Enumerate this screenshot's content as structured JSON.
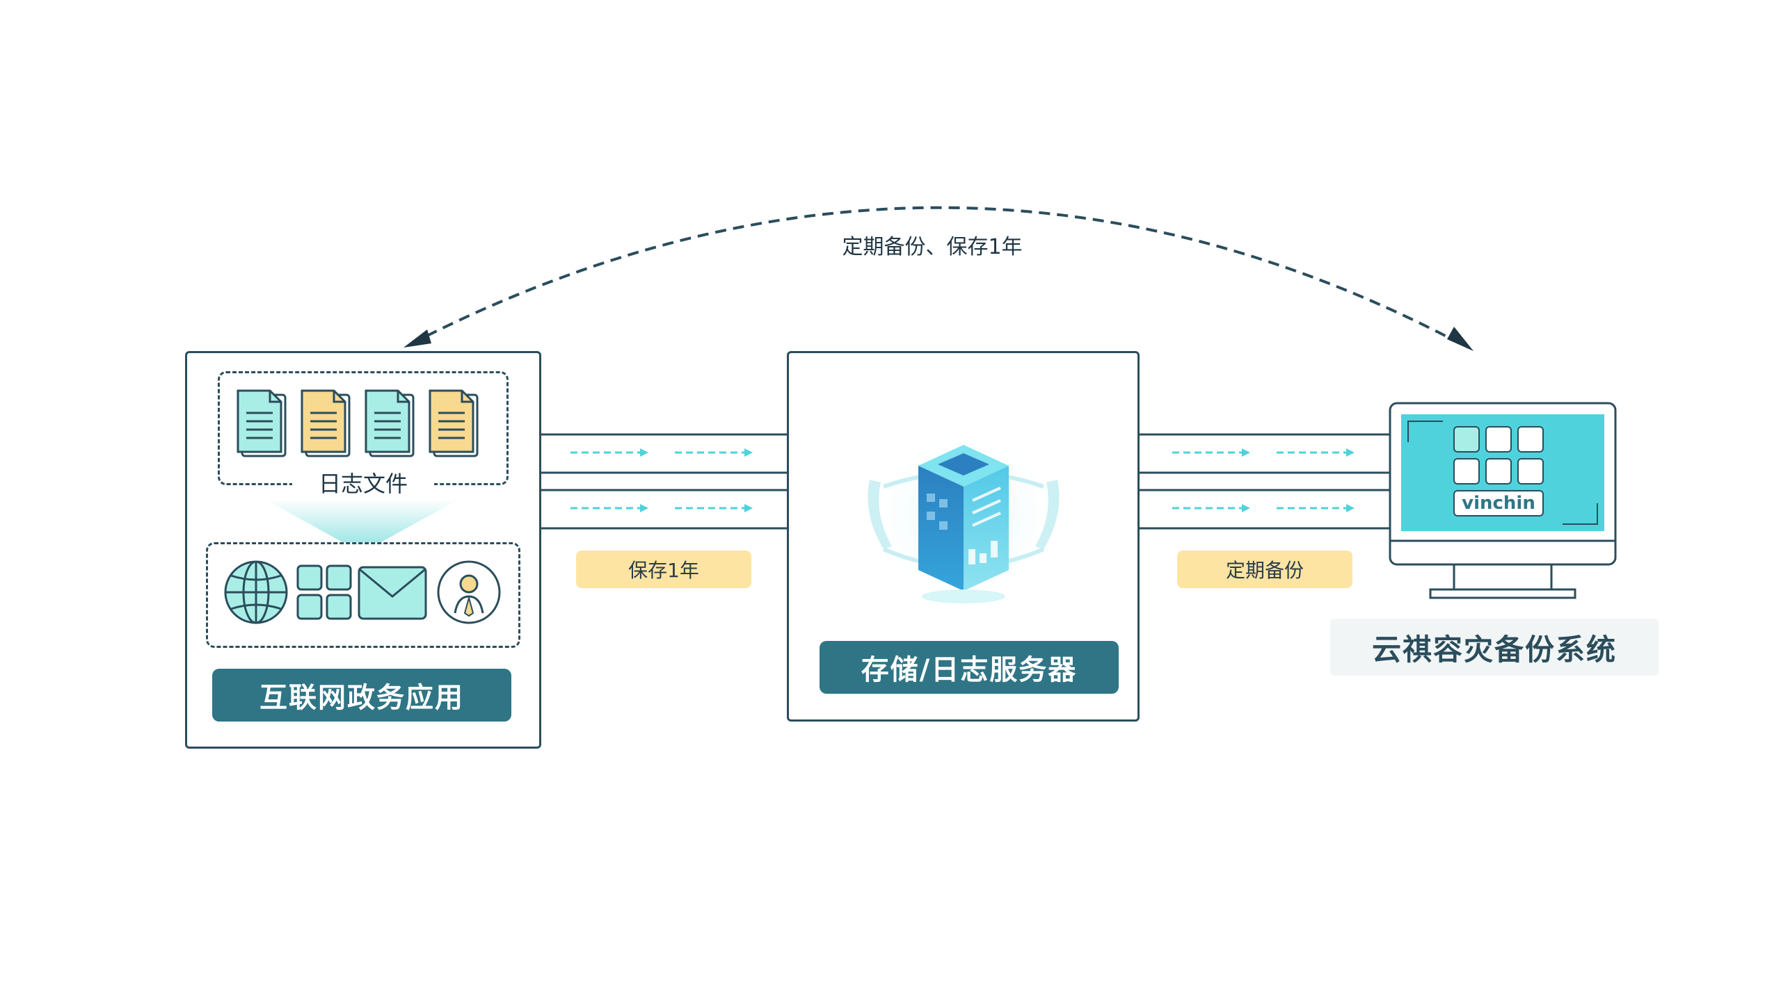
{
  "arc_label": "定期备份、保存1年",
  "left": {
    "files_caption": "日志文件",
    "title": "互联网政务应用"
  },
  "middle": {
    "title": "存储/日志服务器"
  },
  "right": {
    "brand": "vinchin",
    "title": "云祺容灾备份系统"
  },
  "links": {
    "left_tag": "保存1年",
    "right_tag": "定期备份"
  },
  "colors": {
    "dark_teal": "#2b4d5c",
    "pill_teal": "#2f7585",
    "cyan": "#4fd2db",
    "tag_yellow": "#fde4a3",
    "file_cyan": "#a9eee6",
    "file_yellow": "#f7d98f"
  },
  "icons": {
    "files": [
      "document-icon",
      "document-icon",
      "document-icon",
      "document-icon"
    ],
    "apps": [
      "globe-icon",
      "grid-icon",
      "mail-icon",
      "user-icon"
    ],
    "server": "server-icon",
    "monitor": "monitor-icon"
  }
}
